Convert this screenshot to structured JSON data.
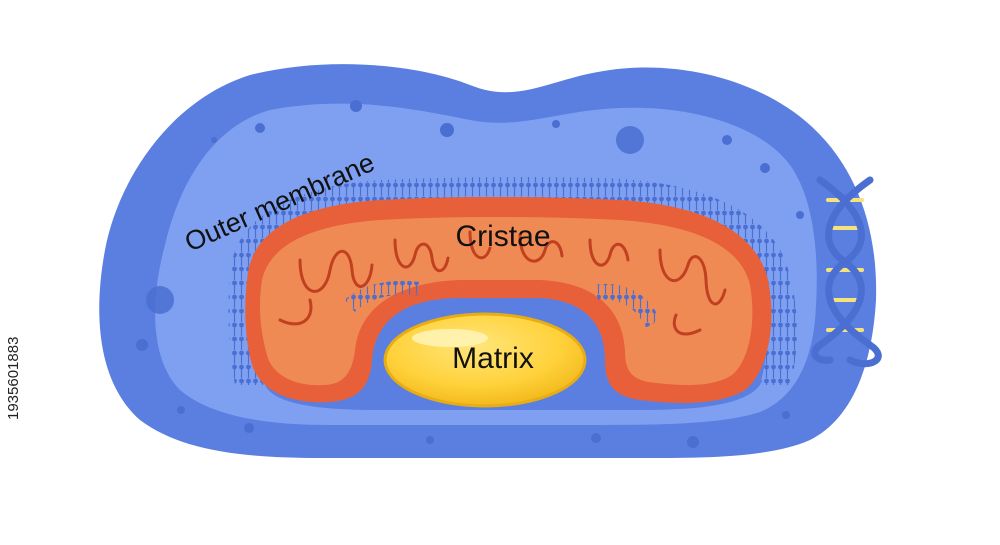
{
  "labels": {
    "outer_membrane": "Outer membrane",
    "cristae": "Cristae",
    "matrix": "Matrix"
  },
  "stock_id": "1935601883",
  "colors": {
    "cell_outer": "#5b7fe0",
    "cell_inner": "#7fa0f0",
    "cell_dots": "#4a6ed1",
    "membrane": "#4a6ed1",
    "mito_outer": "#e8603a",
    "mito_inner": "#f08a55",
    "mito_outline": "#c0401f",
    "matrix_fill": "#ffd23c",
    "matrix_edge": "#e8ad12",
    "dna_strand": "#4a6ed1",
    "dna_rungs": "#f6e27a"
  }
}
